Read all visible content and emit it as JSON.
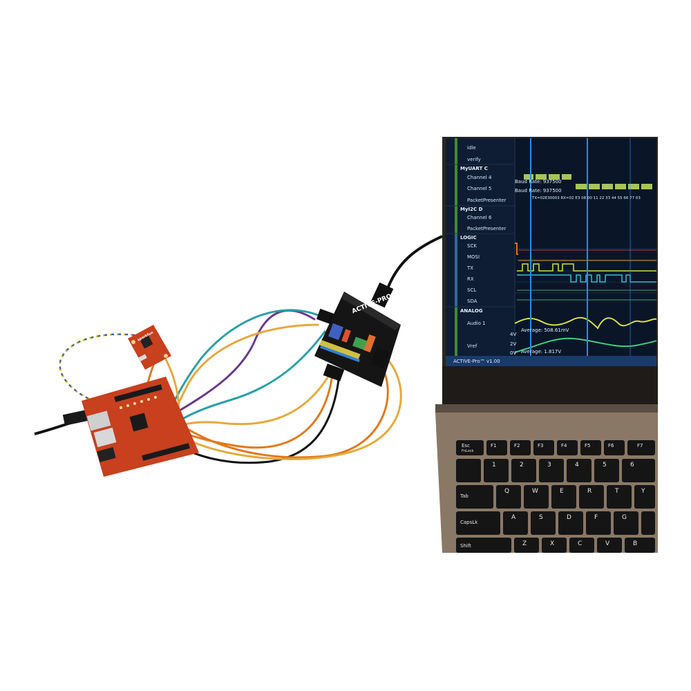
{
  "screen": {
    "groups": {
      "my_uart_c": "MyUART C",
      "my_i2c_d": "MyI2C D",
      "logic": "LOGIC",
      "analog": "ANALOG"
    },
    "signals": {
      "idle": "idle",
      "verify": "verify",
      "channel_4": "Channel 4",
      "channel_5": "Channel 5",
      "packet_presenter_1": "PacketPresenter",
      "channel_6": "Channel 6",
      "packet_presenter_2": "PacketPresenter",
      "sck": "SCK",
      "mosi": "MOSI",
      "tx": "TX",
      "rx": "RX",
      "scl": "SCL",
      "sda": "SDA",
      "audio_1": "Audio 1",
      "vref": "Vref"
    },
    "annotations": {
      "baud_rate_1": "Baud Rate: 937500",
      "baud_rate_2": "Baud Rate: 937500",
      "tx_rx_packet": "TX=02E30003 RX=02 E3 08 00 11 22 33 44 55 66 77 03",
      "average_1": "Average: 508.61mV",
      "average_2": "Average: 1.817V",
      "volt_4v": "4V",
      "volt_2v": "2V",
      "volt_0v": "0V"
    },
    "status_bar": "ACTIVE-Pro™ v1.00"
  },
  "device": {
    "title": "ACTIVE-PRO"
  },
  "board": {
    "logo": "sparkfun"
  },
  "keyboard": {
    "keys": {
      "esc": "Esc",
      "fnlock": "FnLock",
      "f1": "F1",
      "f2": "F2",
      "f3": "F3",
      "f4": "F4",
      "f5": "F5",
      "f6": "F6",
      "f7": "F7",
      "n1": "1",
      "n2": "2",
      "n3": "3",
      "n4": "4",
      "n5": "5",
      "n6": "6",
      "tab": "Tab",
      "q": "Q",
      "w": "W",
      "e": "E",
      "r": "R",
      "t": "T",
      "y": "Y",
      "capslk": "CapsLk",
      "a": "A",
      "s": "S",
      "d": "D",
      "f": "F",
      "g": "G",
      "shift": "Shift",
      "z": "Z",
      "x": "X",
      "c": "C",
      "v": "V",
      "b": "B"
    }
  },
  "colors": {
    "board_red": "#c8401e",
    "screen_bg": "#0a1628",
    "wave_yellow": "#d8e040",
    "wave_green": "#40d080",
    "cursor_blue": "#2a8cff",
    "laptop_body": "#7a6a5a"
  }
}
